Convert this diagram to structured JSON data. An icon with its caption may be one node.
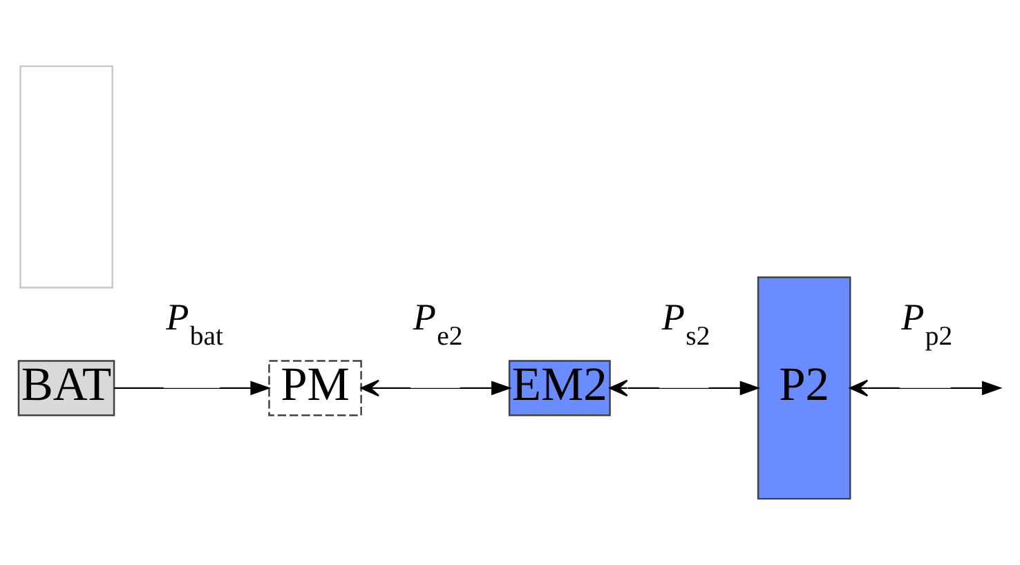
{
  "diagram": {
    "nodes": [
      {
        "text": [
          "BAT"
        ]
      },
      {
        "text": [
          "PM"
        ]
      },
      {
        "text": [
          "EM2"
        ]
      },
      {
        "text": [
          "P2"
        ]
      },
      {
        "text": [],
        "shape": "box"
      }
    ],
    "edges": [
      {
        "from": 0,
        "to": 1,
        "arrow": "to",
        "label": "*P*$_{bat}$"
      },
      {
        "from": 1,
        "to": 2,
        "arrow": "both",
        "label": "*P*$_{e2}$"
      },
      {
        "from": 2,
        "to": 3,
        "arrow": "both",
        "label": "*P*$_{s2}$"
      },
      {
        "from": 3,
        "to": null,
        "arrow": "both",
        "label": "*P*$_{p2}$"
      }
    ]
  }
}
